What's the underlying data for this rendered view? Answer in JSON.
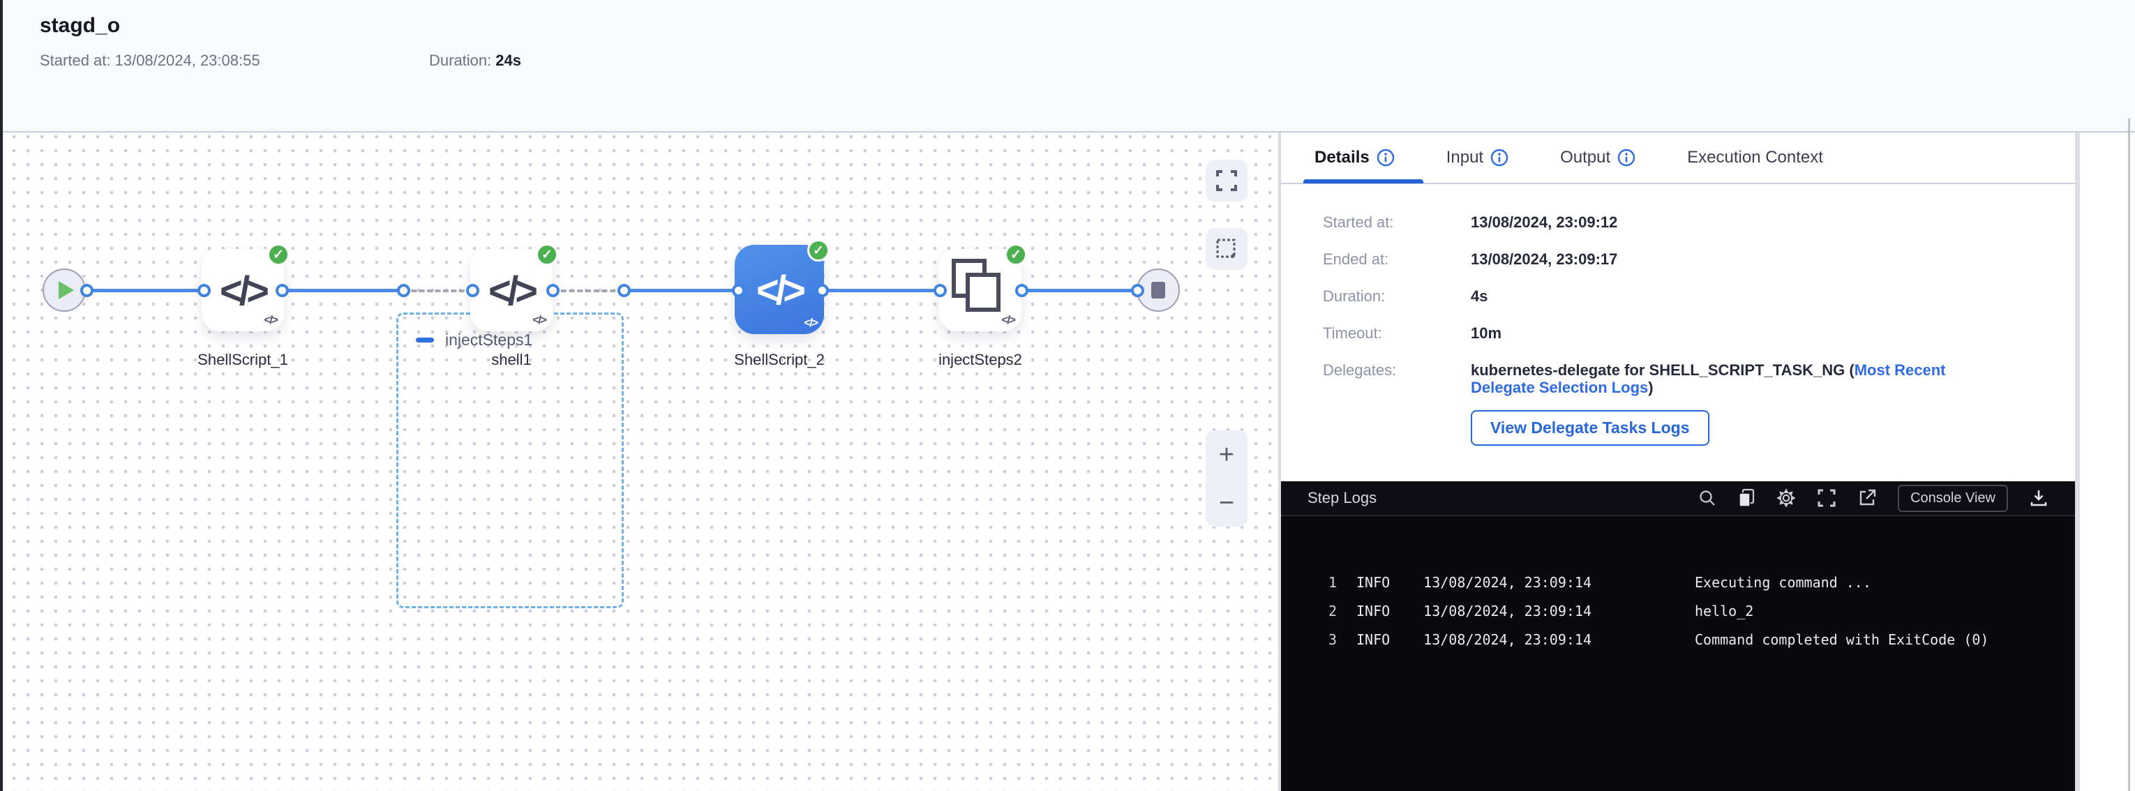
{
  "header": {
    "title": "stagd_o",
    "started": "Started at: 13/08/2024, 23:08:55",
    "duration_label": "Duration:",
    "duration_value": "24s"
  },
  "canvas": {
    "code_glyph": "</>",
    "group1": {
      "label": "injectSteps1"
    },
    "nodes": [
      {
        "label": "ShellScript_1",
        "status": "success"
      },
      {
        "label": "shell1",
        "status": "success"
      },
      {
        "label": "ShellScript_2",
        "status": "success",
        "selected": true
      },
      {
        "label": "injectSteps2",
        "status": "success"
      }
    ],
    "check_glyph": "✓",
    "controls": {
      "zoom_in": "+",
      "zoom_out": "−"
    }
  },
  "panel": {
    "tabs": [
      {
        "label": "Details"
      },
      {
        "label": "Input"
      },
      {
        "label": "Output"
      },
      {
        "label": "Execution Context"
      }
    ],
    "details": {
      "rows": [
        {
          "label": "Started at:",
          "value": "13/08/2024, 23:09:12"
        },
        {
          "label": "Ended at:",
          "value": "13/08/2024, 23:09:17"
        },
        {
          "label": "Duration:",
          "value": "4s"
        },
        {
          "label": "Timeout:",
          "value": "10m"
        }
      ],
      "delegates_label": "Delegates:",
      "delegates_prefix": "kubernetes-delegate for SHELL_SCRIPT_TASK_NG (",
      "delegates_link": "Most Recent Delegate Selection Logs",
      "delegates_suffix": ")",
      "view_logs_button": "View Delegate Tasks Logs"
    }
  },
  "logs": {
    "title": "Step Logs",
    "console_view_label": "Console View",
    "lines": [
      {
        "num": "1",
        "level": "INFO",
        "time": "13/08/2024, 23:09:14",
        "msg": "Executing command ..."
      },
      {
        "num": "2",
        "level": "INFO",
        "time": "13/08/2024, 23:09:14",
        "msg": "hello_2"
      },
      {
        "num": "3",
        "level": "INFO",
        "time": "13/08/2024, 23:09:14",
        "msg": "Command completed with ExitCode (0)"
      }
    ]
  },
  "colors": {
    "accent_blue": "#2f6be4",
    "edge_blue": "#4b8be6",
    "success_green": "#4CAF50",
    "selected_node_blue": "#4186e0",
    "log_bg": "#09090e"
  }
}
